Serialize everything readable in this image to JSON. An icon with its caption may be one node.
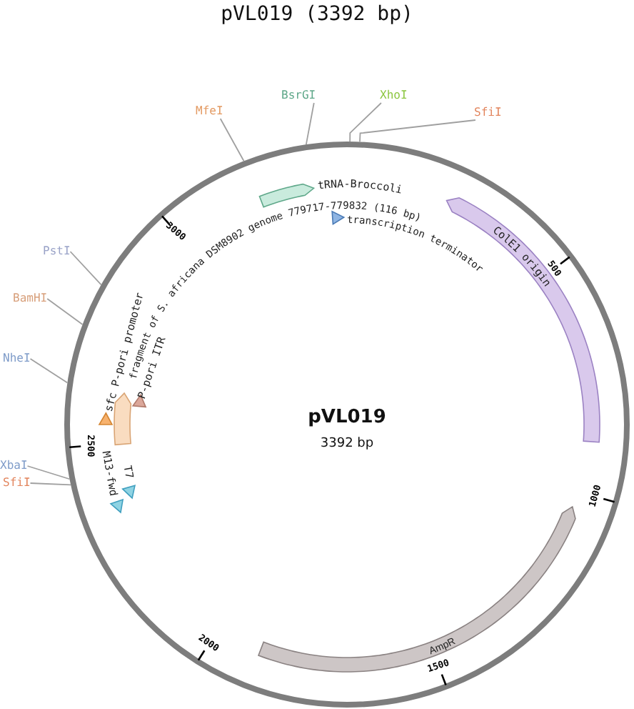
{
  "diagram": {
    "title": "pVL019 (3392 bp)",
    "nodes": [
      {
        "text": [
          "MfeI"
        ]
      },
      {
        "text": [
          "BsrGI"
        ]
      },
      {
        "text": [
          "XhoI"
        ]
      },
      {
        "text": [
          "SfiI"
        ]
      },
      {
        "text": [
          "PstI"
        ]
      },
      {
        "text": [
          "BamHI"
        ]
      },
      {
        "text": [
          "NheI"
        ]
      },
      {
        "text": [
          "XbaI"
        ]
      },
      {
        "text": [
          "SfiI"
        ]
      },
      {
        "text": [],
        "shape": "arrow",
        "beside": [
          "tRNA-Broccoli"
        ],
        "in": 18
      },
      {
        "text": [],
        "shape": "triangle",
        "beside": [
          "transcription terminator"
        ],
        "in": 18
      },
      {
        "text": [
          "ColE1 origin"
        ],
        "in": 18
      },
      {
        "text": [
          "AmpR"
        ],
        "in": 18
      },
      {
        "text": [],
        "shape": "triangle",
        "beside": [
          "T7"
        ],
        "in": 18
      },
      {
        "text": [],
        "shape": "triangle",
        "beside": [
          "M13-fwd"
        ],
        "in": 18
      },
      {
        "text": [],
        "shape": "arrow",
        "in": 18
      },
      {
        "text": [],
        "shape": "triangle",
        "beside": [
          "sfc P-pori promoter"
        ],
        "in": 18
      },
      {
        "text": [],
        "shape": "triangle",
        "beside": [
          "P-pori ITR"
        ],
        "in": 18
      },
      {
        "text": [],
        "shape": "circle"
      }
    ],
    "edges": [
      {
        "from": 0,
        "to": 18,
        "arrow": "none"
      },
      {
        "from": 1,
        "to": 18,
        "arrow": "none"
      },
      {
        "from": 2,
        "to": 18,
        "arrow": "none"
      },
      {
        "from": 3,
        "to": 18,
        "arrow": "none"
      },
      {
        "from": 4,
        "to": 18,
        "arrow": "none"
      },
      {
        "from": 5,
        "to": 18,
        "arrow": "none"
      },
      {
        "from": 6,
        "to": 18,
        "arrow": "none"
      },
      {
        "from": 7,
        "to": 18,
        "arrow": "none"
      },
      {
        "from": 8,
        "to": 18,
        "arrow": "none"
      }
    ],
    "labels": [
      "fragment of S. africana DSM8902 genome 779717-779832 (116 bp)",
      "pVL019",
      "3392 bp",
      "500",
      "1000",
      "1500",
      "2000",
      "2500",
      "3000"
    ]
  }
}
